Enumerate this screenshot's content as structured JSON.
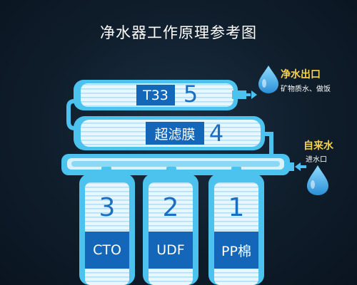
{
  "title": "净水器工作原理参考图",
  "outlet": {
    "title": "净水出口",
    "subtitle": "矿物质水、做饭"
  },
  "inlet": {
    "title": "自来水",
    "subtitle": "进水口"
  },
  "stages": [
    {
      "number": "5",
      "label": "T33"
    },
    {
      "number": "4",
      "label": "超滤膜"
    },
    {
      "number": "3",
      "label": "CTO"
    },
    {
      "number": "2",
      "label": "UDF"
    },
    {
      "number": "1",
      "label": "PP棉"
    }
  ],
  "colors": {
    "background": "#0f1d2b",
    "pipe": "#4cc3ee",
    "filter_body": "#e7f6fd",
    "label_bg": "#1467b8",
    "highlight_text": "#f6d24a"
  },
  "icons": [
    "water-drop-icon",
    "arrow-right-icon",
    "arrow-left-icon"
  ]
}
